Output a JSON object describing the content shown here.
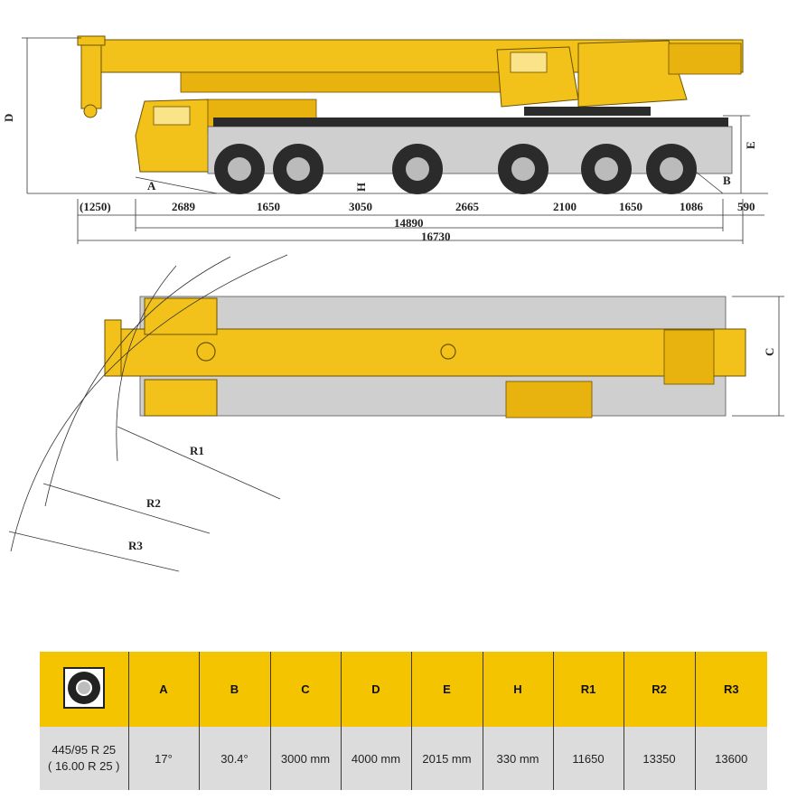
{
  "side_view": {
    "height_letter": "D",
    "dimensions": [
      "(1250)",
      "2689",
      "1650",
      "3050",
      "2665",
      "2100",
      "1650",
      "1086",
      "590"
    ],
    "overall_inner": "14890",
    "overall_total": "16730",
    "markers": {
      "a": "A",
      "b": "B",
      "e": "E",
      "h": "H"
    }
  },
  "top_view": {
    "width_letter": "C",
    "radii": [
      "R1",
      "R2",
      "R3"
    ]
  },
  "spec_table": {
    "headers": [
      "A",
      "B",
      "C",
      "D",
      "E",
      "H",
      "R1",
      "R2",
      "R3"
    ],
    "tire_line1": "445/95 R 25",
    "tire_line2": "( 16.00 R 25 )",
    "values": [
      "17°",
      "30.4°",
      "3000 mm",
      "4000 mm",
      "2015 mm",
      "330 mm",
      "11650",
      "13350",
      "13600"
    ]
  },
  "colors": {
    "crane_yellow": "#f2c21b",
    "table_header": "#f5c400",
    "table_row": "#dcdcdc"
  }
}
